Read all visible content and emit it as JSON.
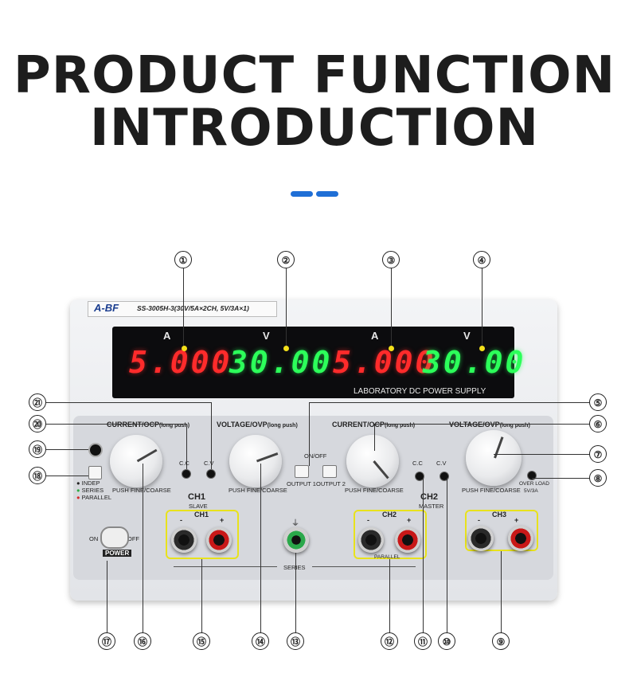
{
  "heading": {
    "line1": "PRODUCT FUNCTION",
    "line2": "INTRODUCTION"
  },
  "accent_color": "#1f6fd6",
  "device": {
    "brand": "A-BF",
    "model": "SS-3005H-3(30V/5A×2CH, 5V/3A×1)",
    "display": {
      "ch1_current_label": "A",
      "ch1_current": "5.000",
      "ch1_voltage_label": "V",
      "ch1_voltage": "30.00",
      "ch2_current_label": "A",
      "ch2_current": "5.000",
      "ch2_voltage_label": "V",
      "ch2_voltage": "30.00",
      "caption": "LABORATORY DC POWER SUPPLY"
    },
    "ch1": {
      "current_knob_label": "CURRENT/OCP",
      "current_knob_sub": "(long push)",
      "voltage_knob_label": "VOLTAGE/OVP",
      "voltage_knob_sub": "(long push)",
      "push1": "PUSH FINE/COARSE",
      "push2": "PUSH FINE/COARSE",
      "cc": "C.C",
      "cv": "C.V",
      "name": "CH1",
      "role": "SLAVE",
      "output_label": "CH1",
      "minus": "-",
      "plus": "+"
    },
    "ch2": {
      "current_knob_label": "CURRENT/OCP",
      "current_knob_sub": "(long push)",
      "voltage_knob_label": "VOLTAGE/OVP",
      "voltage_knob_sub": "(long push)",
      "push1": "PUSH FINE/COARSE",
      "push2": "PUSH FINE/COARSE",
      "cc": "C.C",
      "cv": "C.V",
      "name": "CH2",
      "role": "MASTER",
      "output_label": "CH2",
      "minus": "-",
      "plus": "+",
      "parallel_text": "PARALLEL"
    },
    "ch3": {
      "output_label": "CH3",
      "minus": "-",
      "plus": "+",
      "overload": "OVER LOAD",
      "overload_rating": "5V/3A"
    },
    "output_switch": {
      "title": "ON/OFF",
      "out1": "OUTPUT 1",
      "out2": "OUTPUT 2"
    },
    "mode_legend": [
      "INDEP",
      "SERIES",
      "PARALLEL"
    ],
    "mode_colors": [
      "#222222",
      "#2eaa44",
      "#d62828"
    ],
    "power": {
      "on": "ON",
      "off": "OFF",
      "label": "POWER"
    },
    "series_text": "SERIES",
    "ground_symbol": "⏚"
  },
  "callouts": {
    "c1": "①",
    "c2": "②",
    "c3": "③",
    "c4": "④",
    "c5": "⑤",
    "c6": "⑥",
    "c7": "⑦",
    "c8": "⑧",
    "c9": "⑨",
    "c10": "⑩",
    "c11": "⑪",
    "c12": "⑫",
    "c13": "⑬",
    "c14": "⑭",
    "c15": "⑮",
    "c16": "⑯",
    "c17": "⑰",
    "c18": "⑱",
    "c19": "⑲",
    "c20": "⑳",
    "c21": "㉑"
  }
}
